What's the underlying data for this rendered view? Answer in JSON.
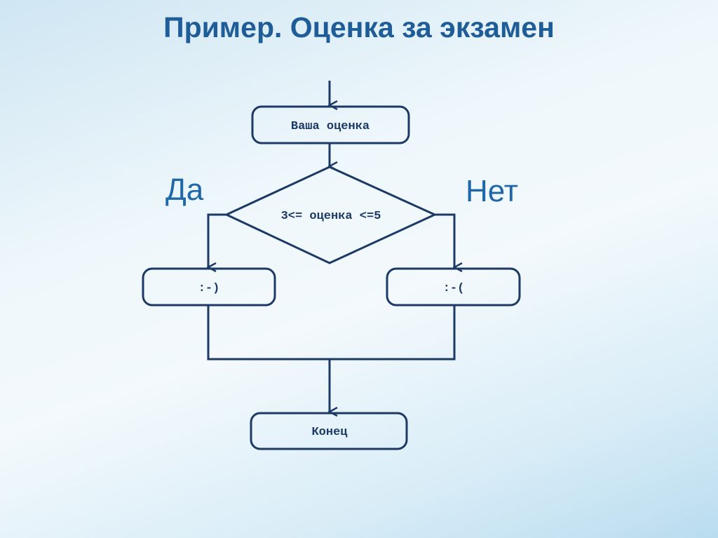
{
  "title": "Пример. Оценка за экзамен",
  "flowchart": {
    "input_box": "Ваша оценка",
    "condition": "3<= оценка <=5",
    "yes_label": "Да",
    "no_label": "Нет",
    "yes_box": ":-)",
    "no_box": ":-(",
    "end_box": "Конец"
  },
  "colors": {
    "title": "#1f5d98",
    "stroke": "#1d3a66",
    "labels": "#1f67a8"
  }
}
